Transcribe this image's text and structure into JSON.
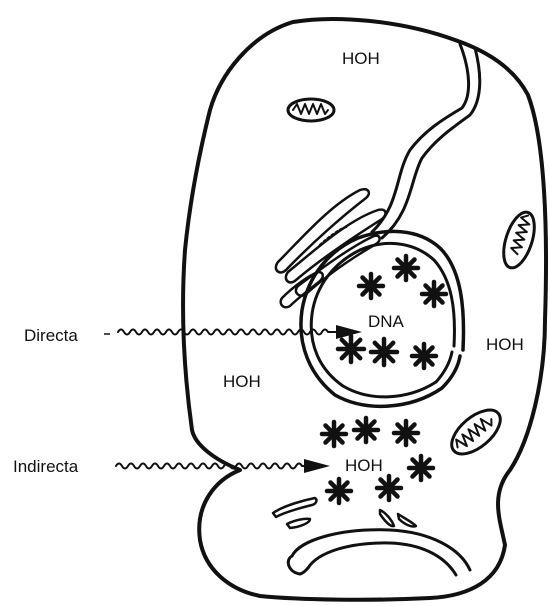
{
  "labels": {
    "directa": "Directa",
    "indirecta": "Indirecta",
    "dna": "DNA",
    "hoh_top": "HOH",
    "hoh_right": "HOH",
    "hoh_left": "HOH",
    "hoh_bottom": "HOH"
  },
  "colors": {
    "ink": "#111111",
    "background": "#ffffff"
  }
}
